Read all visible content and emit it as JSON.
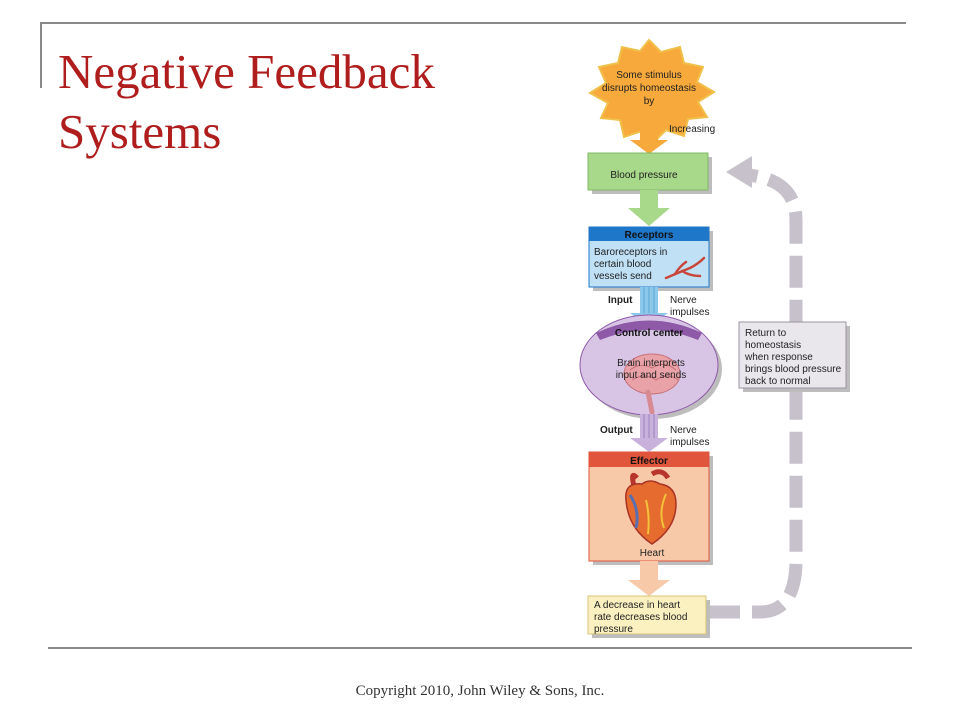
{
  "slide": {
    "title_line1": "Negative Feedback",
    "title_line2": "Systems",
    "footer": "Copyright 2010, John Wiley & Sons, Inc."
  },
  "diagram": {
    "stimulus": [
      "Some stimulus",
      "disrupts homeostasis",
      "by"
    ],
    "increasing": "Increasing",
    "controlled_condition": "Blood pressure",
    "receptors": {
      "header": "Receptors",
      "lines": [
        "Baroreceptors in",
        "certain blood",
        "vessels send"
      ]
    },
    "input_label": "Input",
    "input_nerve": [
      "Nerve",
      "impulses"
    ],
    "control_center": {
      "header": "Control center",
      "lines": [
        "Brain interprets",
        "input and sends"
      ]
    },
    "output_label": "Output",
    "output_nerve": [
      "Nerve",
      "impulses"
    ],
    "effector": {
      "header": "Effector",
      "caption": "Heart"
    },
    "response": [
      "A decrease in heart",
      "rate decreases blood",
      "pressure"
    ],
    "return_box": [
      "Return to",
      "homeostasis",
      "when response",
      "brings blood pressure",
      "back to normal"
    ],
    "colors": {
      "title": "#b01d1d",
      "stimulus_fill": "#f7a93b",
      "condition_fill": "#a8d88a",
      "receptor_header": "#1f77c9",
      "receptor_fill": "#bfe0f5",
      "control_header": "#8e5aa8",
      "control_fill": "#d8c5e6",
      "effector_header": "#e0553b",
      "effector_fill": "#f7c9a8",
      "response_fill": "#fbf0c0",
      "return_arrow": "#c6c1cb"
    }
  }
}
